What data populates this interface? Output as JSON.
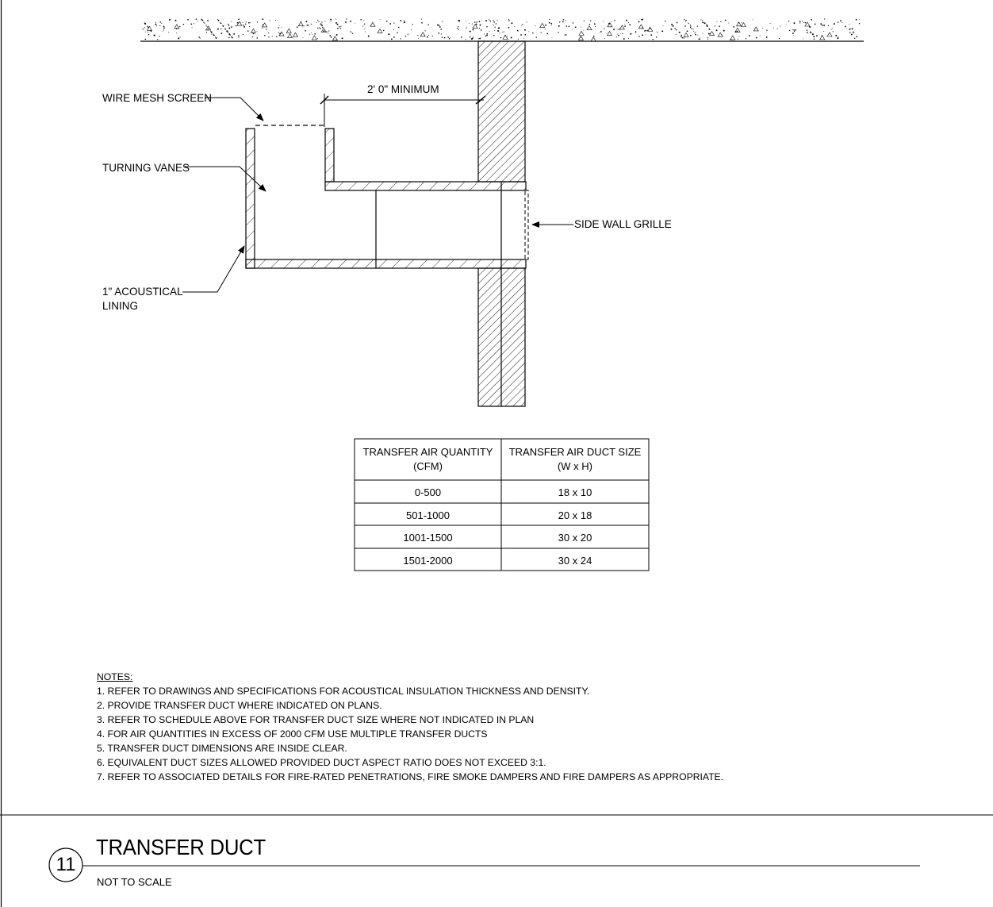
{
  "labels": {
    "wire_mesh_screen": "WIRE MESH SCREEN",
    "turning_vanes": "TURNING VANES",
    "acoustical_lining_line1": "1\" ACOUSTICAL",
    "acoustical_lining_line2": "LINING",
    "minimum_dimension": "2' 0\" MINIMUM",
    "side_wall_grille": "SIDE WALL GRILLE"
  },
  "schedule": {
    "headers": [
      [
        "TRANSFER AIR QUANTITY",
        "(CFM)"
      ],
      [
        "TRANSFER AIR DUCT SIZE",
        "(W x H)"
      ]
    ],
    "rows": [
      [
        "0-500",
        "18 x 10"
      ],
      [
        "501-1000",
        "20 x 18"
      ],
      [
        "1001-1500",
        "30 x 20"
      ],
      [
        "1501-2000",
        "30 x 24"
      ]
    ]
  },
  "notes": {
    "heading": "NOTES:",
    "items": [
      "1. REFER TO DRAWINGS AND SPECIFICATIONS FOR ACOUSTICAL INSULATION THICKNESS AND DENSITY.",
      "2. PROVIDE TRANSFER DUCT WHERE INDICATED ON PLANS.",
      "3. REFER TO SCHEDULE ABOVE FOR TRANSFER DUCT SIZE WHERE NOT INDICATED IN PLAN",
      "4. FOR AIR QUANTITIES IN EXCESS OF 2000 CFM USE MULTIPLE TRANSFER DUCTS",
      "5. TRANSFER DUCT DIMENSIONS ARE INSIDE CLEAR.",
      "6. EQUIVALENT DUCT SIZES ALLOWED PROVIDED DUCT ASPECT RATIO DOES NOT EXCEED 3:1.",
      "7. REFER TO ASSOCIATED DETAILS FOR FIRE-RATED PENETRATIONS, FIRE SMOKE DAMPERS AND FIRE DAMPERS AS APPROPRIATE."
    ]
  },
  "title_block": {
    "detail_number": "11",
    "title": "TRANSFER DUCT",
    "scale": "NOT TO SCALE"
  }
}
